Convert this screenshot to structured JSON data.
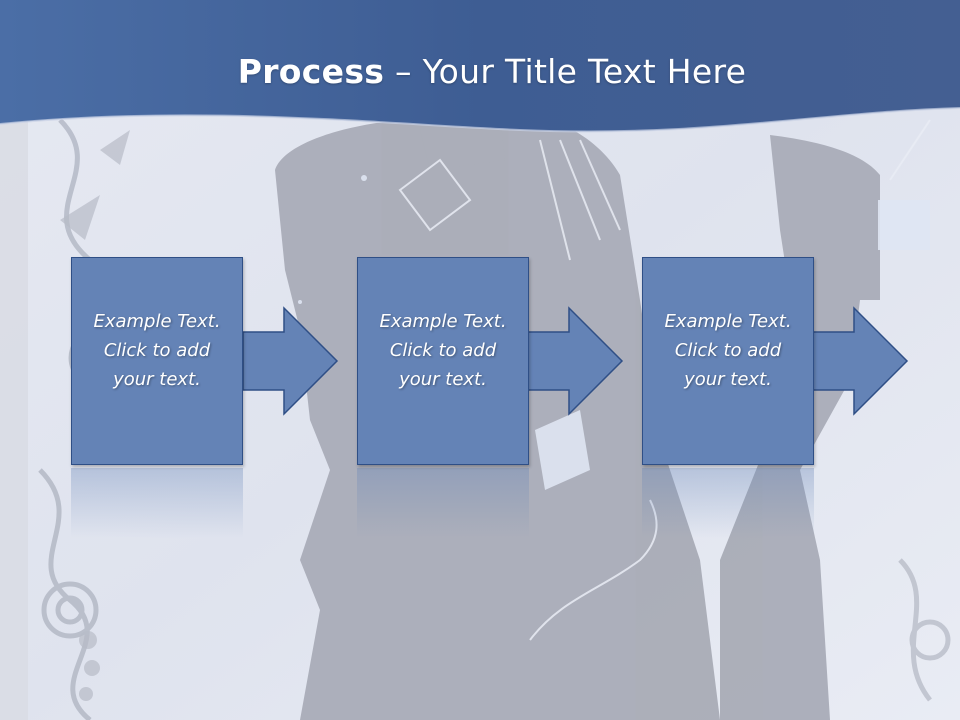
{
  "slide": {
    "title_bold": "Process",
    "title_rest": " – Your Title Text Here"
  },
  "steps": [
    {
      "text": "Example Text.\nClick  to add\nyour text."
    },
    {
      "text": "Example Text.\nClick  to add\nyour text."
    },
    {
      "text": "Example Text.\nClick  to add\nyour text."
    }
  ],
  "colors": {
    "header": "#4a6aa0",
    "box_fill": "#6483b6",
    "box_border": "#2f4f86",
    "background": "#e9ecf4",
    "silhouette": "#a7aab5"
  }
}
